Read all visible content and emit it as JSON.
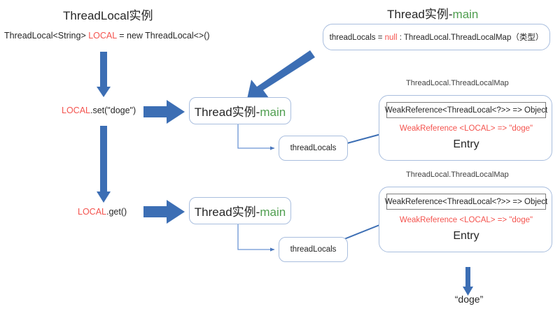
{
  "meta": {
    "accent_blue": "#3c6eb4",
    "thin_blue": "#6a94d4",
    "box_border": "#a9bede",
    "red": "#f4534e",
    "green": "#4f9e4f",
    "grey_border": "#7f7f7f"
  },
  "threadlocal_instance": {
    "title": "ThreadLocal实例",
    "declaration": {
      "before": "ThreadLocal<String> ",
      "var": "LOCAL",
      "after": " = new ThreadLocal<>()"
    }
  },
  "thread_instance_top": {
    "title_prefix": "Thread实例-",
    "title_thread": "main",
    "field": {
      "before": "threadLocals = ",
      "value": "null",
      "after": " : ThreadLocal.ThreadLocalMap（类型）"
    }
  },
  "set_flow": {
    "call": {
      "var": "LOCAL",
      "rest": ".set(\"doge\")"
    },
    "thread_box": {
      "prefix": "Thread实例-",
      "thread": "main"
    },
    "threadlocals_box": "threadLocals",
    "map": {
      "caption": "ThreadLocal.ThreadLocalMap",
      "header": "WeakReference<ThreadLocal<?>> => Object",
      "entry_ref": "WeakReference <LOCAL> => \"doge\"",
      "entry_label": "Entry"
    }
  },
  "get_flow": {
    "call": {
      "var": "LOCAL",
      "rest": ".get()"
    },
    "thread_box": {
      "prefix": "Thread实例-",
      "thread": "main"
    },
    "threadlocals_box": "threadLocals",
    "map": {
      "caption": "ThreadLocal.ThreadLocalMap",
      "header": "WeakReference<ThreadLocal<?>> => Object",
      "entry_ref": "WeakReference <LOCAL> => \"doge\"",
      "entry_label": "Entry"
    },
    "result": "“doge”"
  },
  "icons": {
    "arrow_down": "arrow-down-icon",
    "arrow_right": "arrow-right-icon",
    "arrow_diagonal": "arrow-diagonal-icon",
    "connector": "elbow-connector-icon"
  }
}
